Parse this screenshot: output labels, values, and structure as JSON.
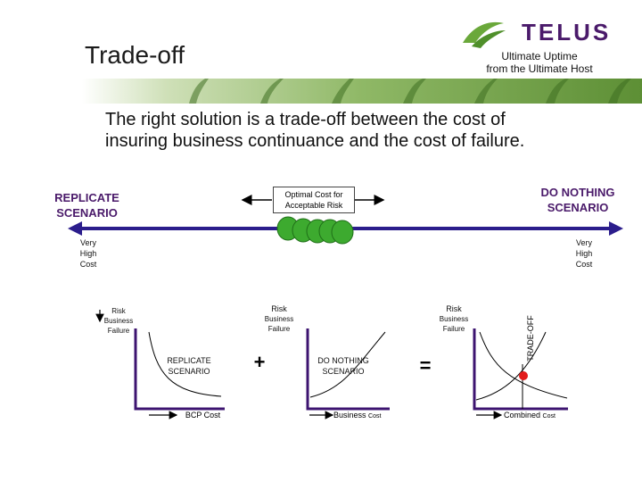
{
  "header": {
    "title": "Trade-off",
    "brand": "TELUS",
    "tagline_line1": "Ultimate Uptime",
    "tagline_line2": "from the Ultimate Host"
  },
  "headline": {
    "line1": "The right solution is a trade-off between the cost of",
    "line2": "insuring business continuance and the cost of failure."
  },
  "scale": {
    "left_line1": "REPLICATE",
    "left_line2": "SCENARIO",
    "right_line1": "DO NOTHING",
    "right_line2": "SCENARIO",
    "center_line1": "Optimal Cost for",
    "center_line2": "Acceptable Risk",
    "left_cost_1": "Very",
    "left_cost_2": "High",
    "left_cost_3": "Cost",
    "right_cost_1": "Very",
    "right_cost_2": "High",
    "right_cost_3": "Cost"
  },
  "graphs": {
    "g1": {
      "y_line1": "Risk",
      "y_line2": "Business",
      "y_line3": "Failure",
      "curve_line1": "REPLICATE",
      "curve_line2": "SCENARIO",
      "x_label": "BCP Cost"
    },
    "g2": {
      "y_line1": "Risk",
      "y_line2": "Business",
      "y_line3": "Failure",
      "curve_line1": "DO NOTHING",
      "curve_line2": "SCENARIO",
      "x_label_main": "Business",
      "x_label_small": "Cost"
    },
    "g3": {
      "y_line1": "Risk",
      "y_line2": "Business",
      "y_line3": "Failure",
      "tradeoff": "TRADE-OFF",
      "x_label_main": "Combined",
      "x_label_small": "Cost"
    },
    "plus": "+",
    "equals": "="
  },
  "colors": {
    "brand_purple": "#4a1a6a",
    "axis_purple": "#3d1470",
    "scale_blue": "#2b1d8c",
    "brand_green": "#6aa83a",
    "ball_green": "#3daa2f",
    "marker_red": "#e21c1c"
  }
}
